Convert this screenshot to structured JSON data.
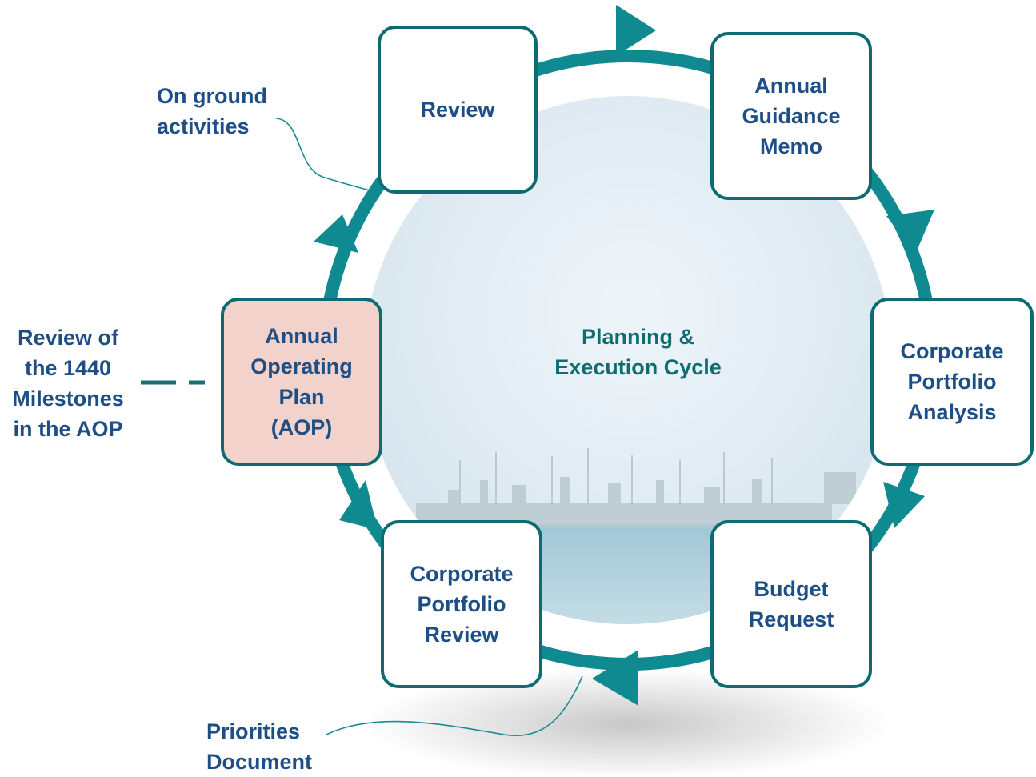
{
  "diagram": {
    "center_label": "Planning &\nExecution Cycle",
    "nodes": [
      {
        "id": "review",
        "label": "Review"
      },
      {
        "id": "annual-guidance-memo",
        "label": "Annual\nGuidance\nMemo"
      },
      {
        "id": "corporate-portfolio-analysis",
        "label": "Corporate\nPortfolio\nAnalysis"
      },
      {
        "id": "budget-request",
        "label": "Budget\nRequest"
      },
      {
        "id": "corporate-portfolio-review",
        "label": "Corporate\nPortfolio\nReview"
      },
      {
        "id": "annual-operating-plan",
        "label": "Annual\nOperating\nPlan\n(AOP)"
      }
    ],
    "callouts": {
      "on_ground": "On ground\nactivities",
      "milestones": "Review of\nthe 1440\nMilestones\nin the AOP",
      "priorities": "Priorities\nDocument"
    },
    "colors": {
      "ring": "#0e8a90",
      "node_border": "#0e6b72",
      "node_text": "#1d4f86",
      "center_text": "#0f6d70",
      "highlight_fill": "#f4d2cc",
      "connector": "#1a8d93",
      "dash": "#1a6f75"
    }
  }
}
